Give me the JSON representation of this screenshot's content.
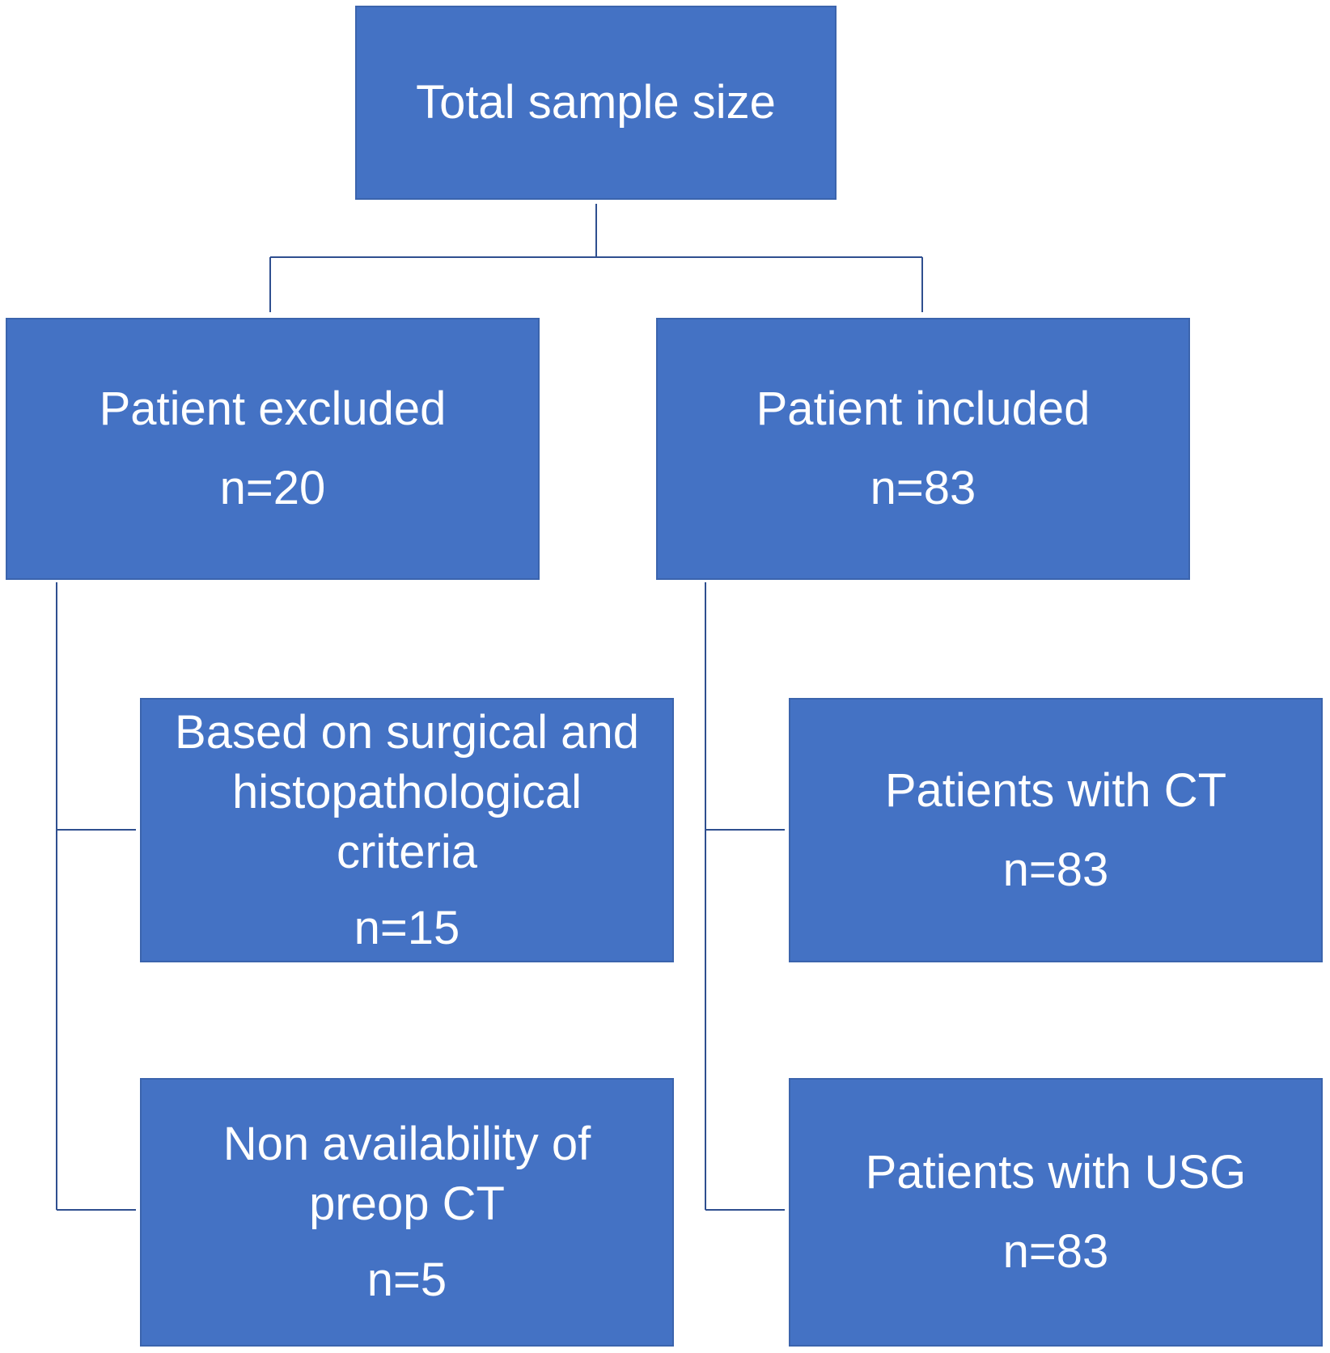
{
  "colors": {
    "box_fill": "#4472c4",
    "box_text": "#ffffff",
    "connector": "#2f4f8f"
  },
  "total": {
    "label": "Total sample size"
  },
  "excluded": {
    "label": "Patient excluded",
    "count": "n=20",
    "reasons": [
      {
        "label": "Based on surgical and histopathological criteria",
        "count": "n=15"
      },
      {
        "label": "Non availability of preop CT",
        "count": "n=5"
      }
    ]
  },
  "included": {
    "label": "Patient included",
    "count": "n=83",
    "groups": [
      {
        "label": "Patients with CT",
        "count": "n=83"
      },
      {
        "label": "Patients with USG",
        "count": "n=83"
      }
    ]
  }
}
